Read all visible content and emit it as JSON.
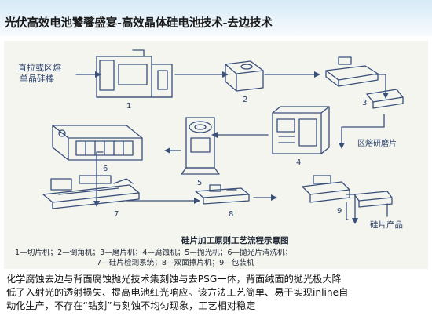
{
  "slide": {
    "title": "光伏高效电池饕餮盛宴-高效晶体硅电池技术-去边技术"
  },
  "figure": {
    "source_labels": [
      "直拉或区熔",
      "单晶硅棒"
    ],
    "side_label": "区熔研磨片",
    "output_label": "硅片产品",
    "step_numbers": [
      "1",
      "2",
      "3",
      "4",
      "5",
      "6",
      "7",
      "8",
      "9"
    ],
    "caption_title": "硅片加工原则工艺流程示意图",
    "caption_line1": "1—切片机；2—倒角机；3—磨片机；4—腐蚀机；5—抛光机；6—抛光片清洗机；",
    "caption_line2": "7—硅片检测系统；8—双面擦片机；9—包装机"
  },
  "body": {
    "lines": [
      "化学腐蚀去边与背面腐蚀抛光技术集刻蚀与去PSG一体，背面绒面的抛光极大降",
      "低了入射光的透射损失、提高电池红光响应。该方法工艺简单、易于实现inline自",
      "动化生产，不存在“钻刻”与刻蚀不均匀现象，工艺相对稳定"
    ]
  },
  "colors": {
    "title_bar": "#d7eaf7",
    "figure_bg": "#f4f5ef",
    "ink": "#3a4f7a"
  }
}
